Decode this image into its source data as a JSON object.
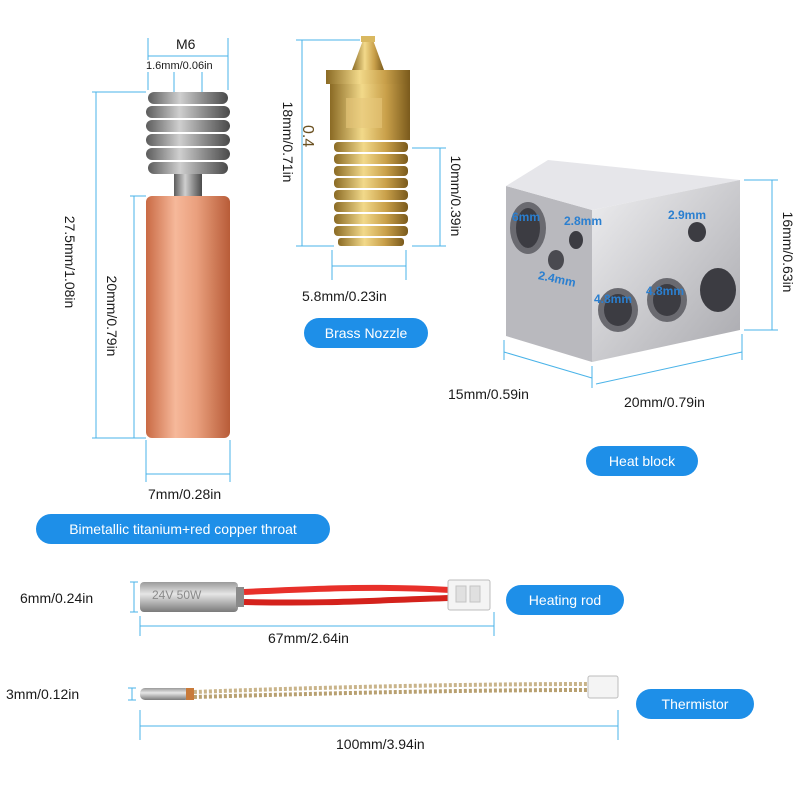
{
  "throat": {
    "thread_label": "M6",
    "bore_label": "1.6mm/0.06in",
    "total_length": "27.5mm/1.08in",
    "copper_length": "20mm/0.79in",
    "diameter": "7mm/0.28in",
    "caption": "Bimetallic titanium+red copper throat"
  },
  "nozzle": {
    "height": "18mm/0.71in",
    "thread_length": "10mm/0.39in",
    "width": "5.8mm/0.23in",
    "marking": "0.4",
    "caption": "Brass Nozzle"
  },
  "heat_block": {
    "height": "16mm/0.63in",
    "depth": "15mm/0.59in",
    "width": "20mm/0.79in",
    "holes": [
      "6mm",
      "2.8mm",
      "2.9mm",
      "2.4mm",
      "4.8mm",
      "4.8mm"
    ],
    "caption": "Heat block"
  },
  "heating_rod": {
    "diameter": "6mm/0.24in",
    "length": "67mm/2.64in",
    "marking": "24V 50W",
    "caption": "Heating rod"
  },
  "thermistor": {
    "diameter": "3mm/0.12in",
    "length": "100mm/3.94in",
    "caption": "Thermistor"
  },
  "colors": {
    "accent": "#1e8fe8",
    "dimension_line": "#4ab3e8",
    "copper": "#e0906a",
    "brass": "#c9a04a",
    "aluminum": "#c8c8cc",
    "wire_red": "#e8302a"
  }
}
